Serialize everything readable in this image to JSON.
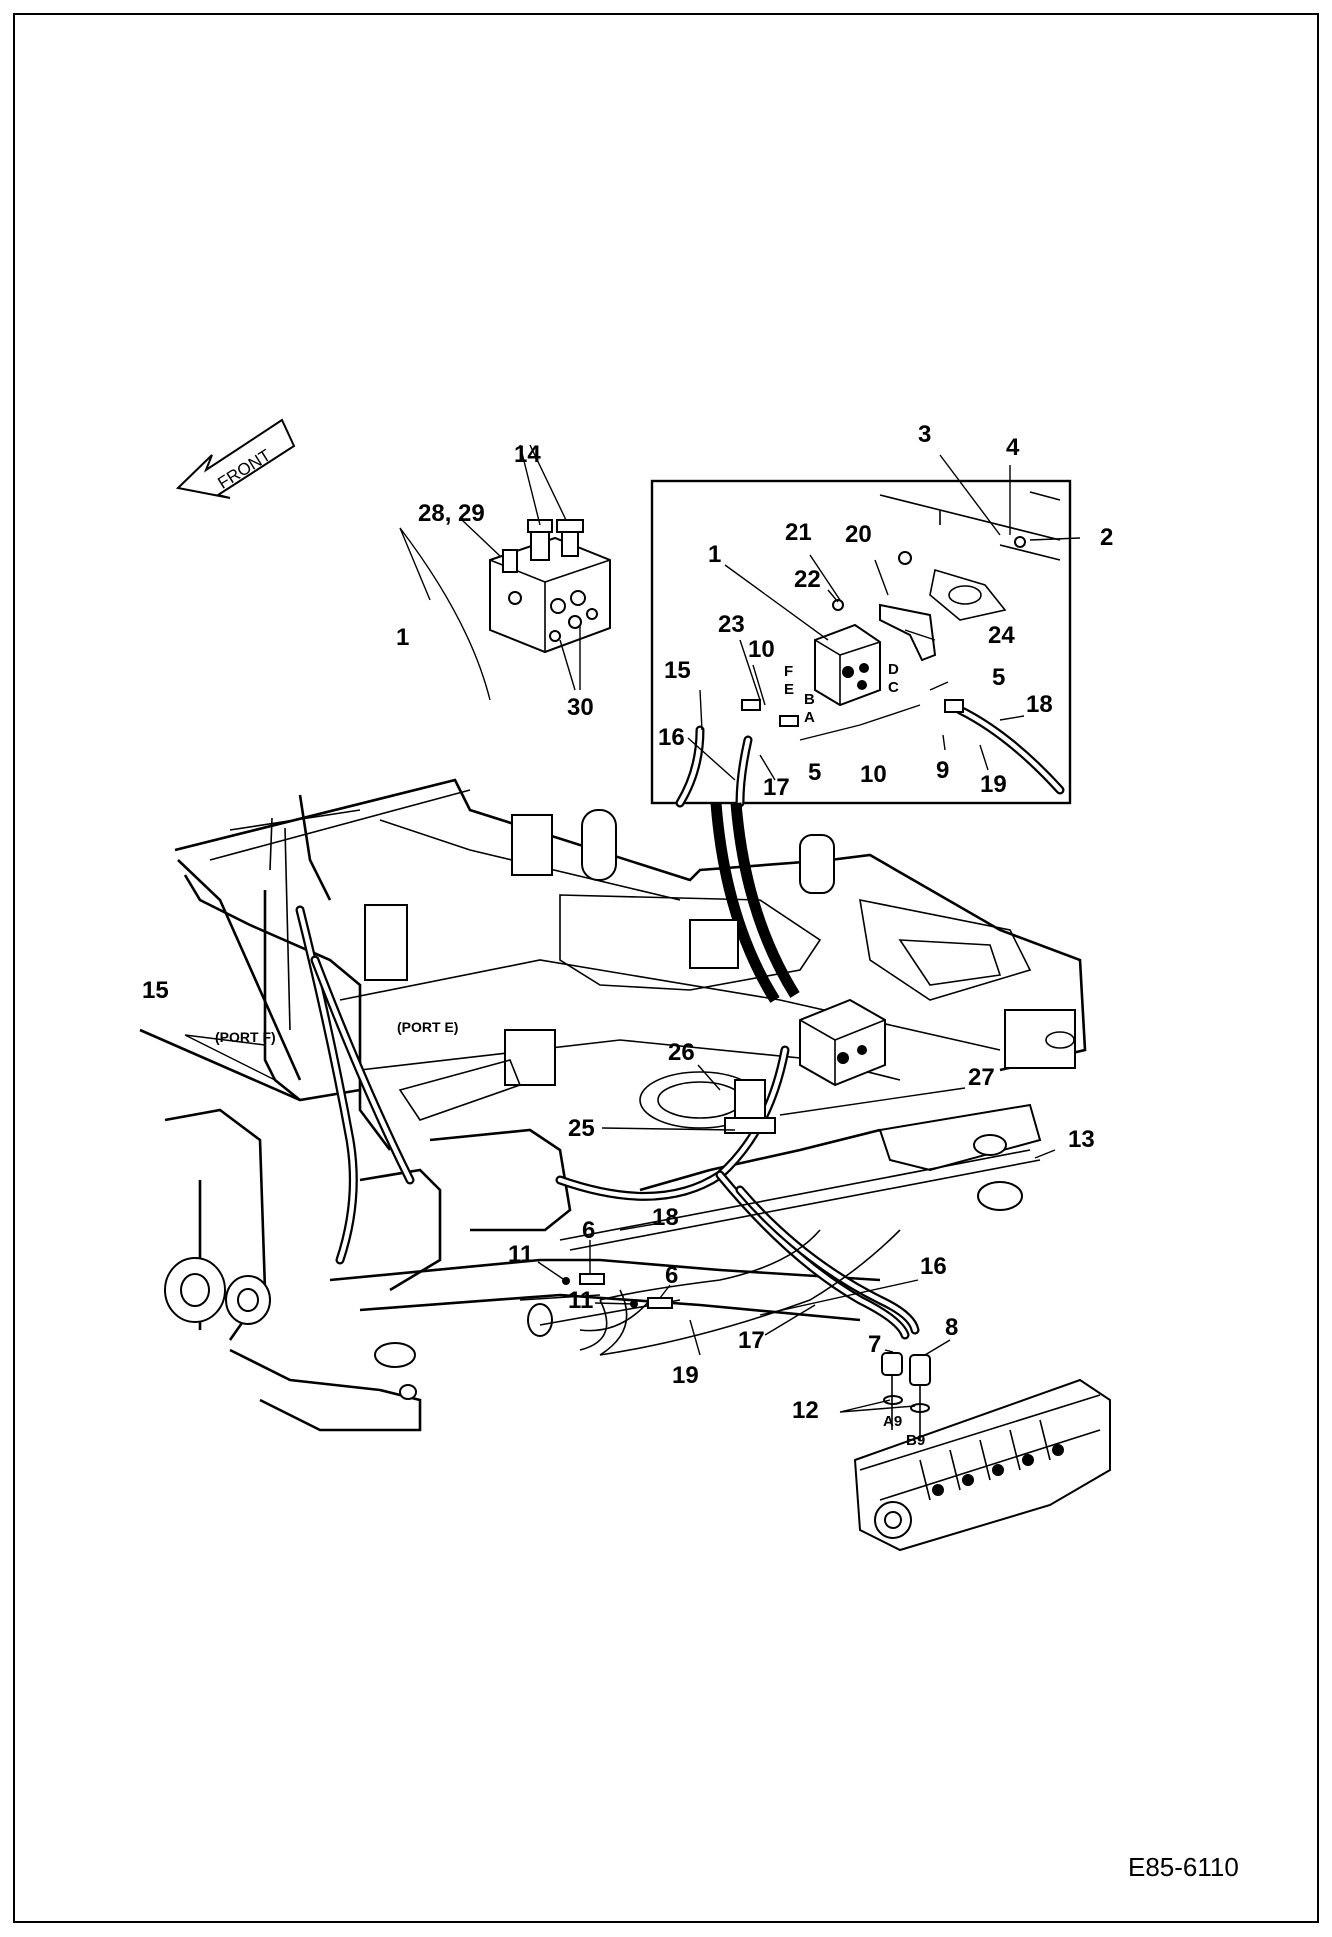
{
  "drawing": {
    "reference_code": "E85-6110",
    "front_arrow_label": "FRONT",
    "port_labels": {
      "port_f": "(PORT F)",
      "port_e": "(PORT E)"
    },
    "port_letters": [
      "F",
      "E",
      "B",
      "A",
      "D",
      "C"
    ],
    "valve_detail_callouts": {
      "c14": "14",
      "c28_29": "28, 29",
      "c1": "1",
      "c30": "30"
    },
    "inset_callouts": {
      "c3": "3",
      "c4": "4",
      "c2": "2",
      "c1": "1",
      "c21": "21",
      "c20": "20",
      "c22": "22",
      "c23": "23",
      "c10a": "10",
      "c24": "24",
      "c5a": "5",
      "c15": "15",
      "c18": "18",
      "c16": "16",
      "c17": "17",
      "c5b": "5",
      "c10b": "10",
      "c9": "9",
      "c19": "19"
    },
    "main_callouts": {
      "c15": "15",
      "c26": "26",
      "c27": "27",
      "c25": "25",
      "c13": "13",
      "c18": "18",
      "c6a": "6",
      "c11a": "11",
      "c6b": "6",
      "c16": "16",
      "c11b": "11",
      "c8": "8",
      "c7": "7",
      "c17": "17",
      "c19": "19",
      "c12": "12"
    },
    "control_valve_ports": {
      "a9": "A9",
      "b9": "B9"
    }
  }
}
